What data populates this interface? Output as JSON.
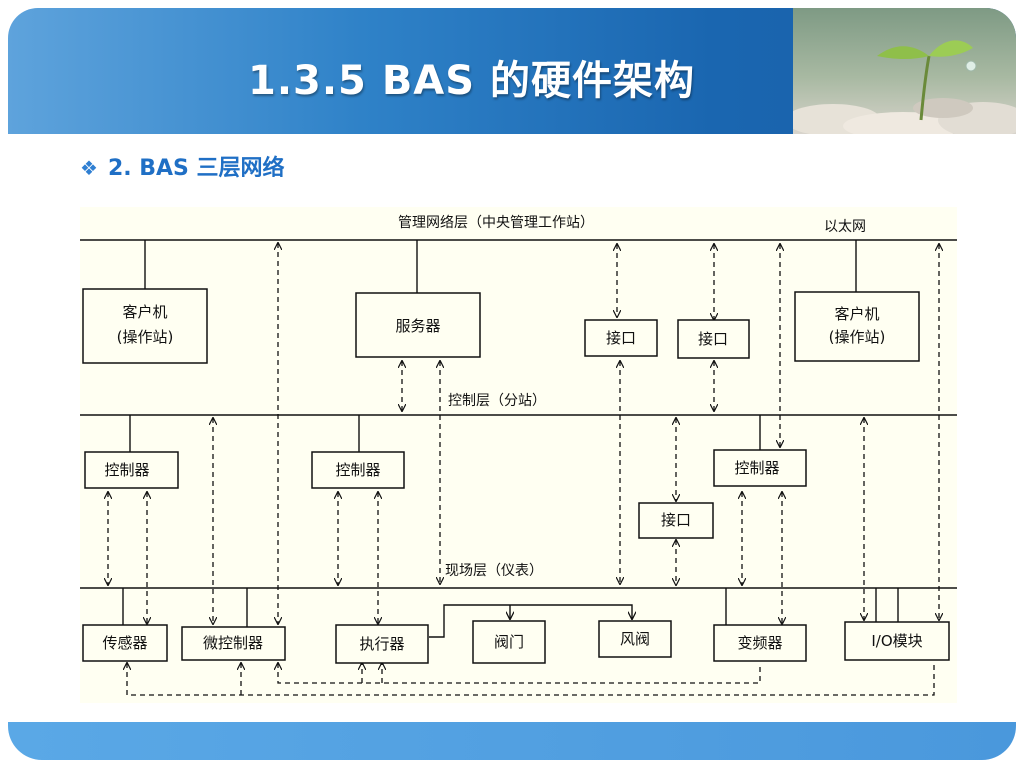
{
  "slide": {
    "title": "1.3.5  BAS 的硬件架构",
    "subtitle": "2. BAS 三层网络",
    "bullet_icon": "diamond-bullet-icon"
  },
  "diagram": {
    "layers": {
      "management": "管理网络层（中央管理工作站）",
      "ethernet": "以太网",
      "control": "控制层（分站）",
      "field": "现场层（仪表）"
    },
    "boxes": {
      "client_left_line1": "客户机",
      "client_left_line2": "(操作站)",
      "server": "服务器",
      "interface_1": "接口",
      "interface_2": "接口",
      "client_right_line1": "客户机",
      "client_right_line2": "(操作站)",
      "controller_1": "控制器",
      "controller_2": "控制器",
      "controller_3": "控制器",
      "interface_3": "接口",
      "sensor": "传感器",
      "micro_controller": "微控制器",
      "actuator": "执行器",
      "valve": "阀门",
      "damper": "风阀",
      "vfd": "变频器",
      "io_module": "I/O模块"
    },
    "colors": {
      "line": "#111111",
      "background": "#fffff2",
      "title_blue": "#1f6fc5"
    }
  }
}
